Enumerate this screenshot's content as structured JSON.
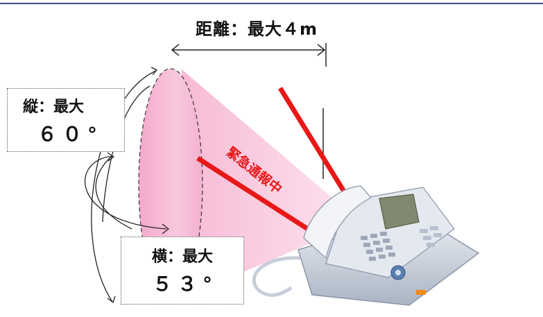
{
  "labels": {
    "distance": "距離：最大４m",
    "vertical_title": "縦：最大",
    "vertical_value": "６０°",
    "horizontal_title": "横：最大",
    "horizontal_value": "５３°",
    "status": "緊急通報中"
  },
  "colors": {
    "cone_fill": "#f9c6dd",
    "ellipse_fill": "#f7b3d1",
    "beam_red": "#e81818",
    "top_rule": "#3a4f8a",
    "phone_body": "#d7dde6"
  },
  "icons": {
    "phone": "business-telephone-icon",
    "distance_arrow": "double-arrow-icon"
  }
}
